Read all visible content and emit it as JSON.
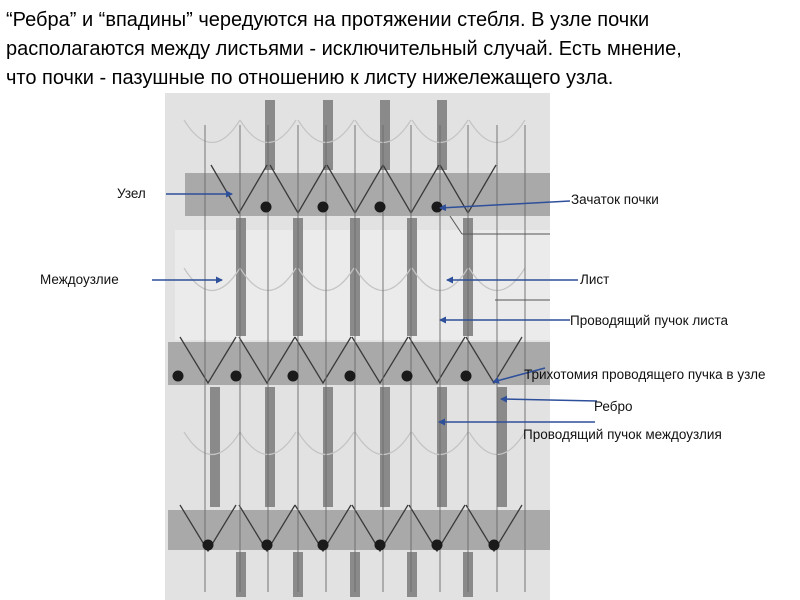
{
  "heading": {
    "line1": "“Ребра” и “впадины” чередуются на протяжении стебля. В узле почки",
    "line2": "располагаются между листьями - исключительный случай. Есть мнение,",
    "line3": "что почки  - пазушные по отношению к листу нижележащего узла."
  },
  "labels": {
    "node": "Узел",
    "internode": "Междоузлие",
    "bud_primordium": "Зачаток почки",
    "leaf": "Лист",
    "leaf_bundle": "Проводящий пучок листа",
    "bundle_trichotomy": "Трихотомия проводящего пучка в узле",
    "rib": "Ребро",
    "internode_bundle": "Проводящий пучок междоузлия"
  },
  "colors": {
    "arrow": "#2e4f9a",
    "background_panel": "#dedede",
    "node_band": "#a9a9a9",
    "bundle_strip": "#8a8a8a",
    "bud_dot": "#1a1a1a"
  }
}
